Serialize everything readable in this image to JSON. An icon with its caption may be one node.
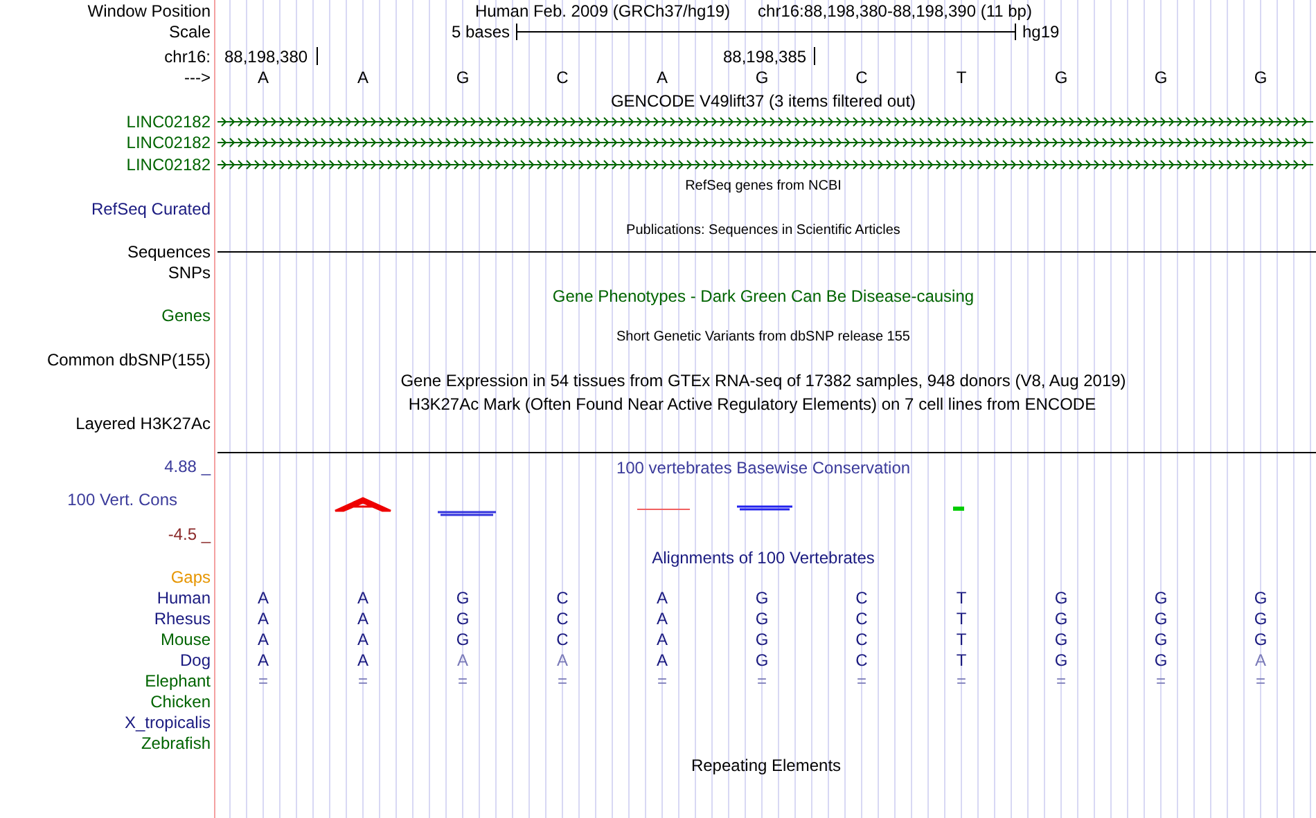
{
  "diagram": {
    "labels": [
      "Window Position",
      "Human Feb. 2009 (GRCh37/hg19)",
      "chr16:88,198,380-88,198,390 (11 bp)",
      "Scale",
      "5 bases",
      "hg19",
      "chr16:",
      "88,198,380",
      "88,198,385",
      "--->",
      "A",
      "A",
      "G",
      "C",
      "A",
      "G",
      "C",
      "T",
      "G",
      "G",
      "G",
      "GENCODE V49lift37 (3 items filtered out)",
      "LINC02182",
      "LINC02182",
      "LINC02182",
      "RefSeq genes from NCBI",
      "RefSeq Curated",
      "Publications: Sequences in Scientific Articles",
      "Sequences",
      "SNPs",
      "Gene Phenotypes - Dark Green Can Be Disease-causing",
      "Genes",
      "Short Genetic Variants from dbSNP release 155",
      "Common dbSNP(155)",
      "Gene Expression in 54 tissues from GTEx RNA-seq of 17382 samples, 948 donors (V8, Aug 2019)",
      "H3K27Ac Mark (Often Found Near Active Regulatory Elements) on 7 cell lines from ENCODE",
      "Layered H3K27Ac",
      "4.88 _",
      "100 vertebrates Basewise Conservation",
      "100 Vert. Cons",
      "-4.5 _",
      "Alignments of 100 Vertebrates",
      "Gaps",
      "Human",
      "A",
      "A",
      "G",
      "C",
      "A",
      "G",
      "C",
      "T",
      "G",
      "G",
      "G",
      "Rhesus",
      "A",
      "A",
      "G",
      "C",
      "A",
      "G",
      "C",
      "T",
      "G",
      "G",
      "G",
      "Mouse",
      "A",
      "A",
      "G",
      "C",
      "A",
      "G",
      "C",
      "T",
      "G",
      "G",
      "G",
      "Dog",
      "A",
      "A",
      "A",
      "A",
      "A",
      "G",
      "C",
      "T",
      "G",
      "G",
      "A",
      "Elephant",
      "=",
      "=",
      "=",
      "=",
      "=",
      "=",
      "=",
      "=",
      "=",
      "=",
      "=",
      "Chicken",
      "X_tropicalis",
      "Zebrafish",
      "Repeating Elements"
    ]
  }
}
